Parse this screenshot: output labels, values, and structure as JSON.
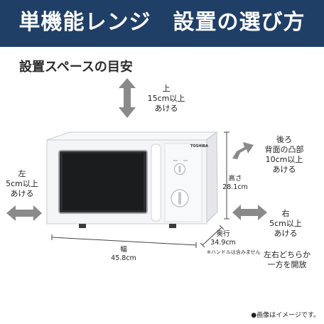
{
  "banner": {
    "title": "単機能レンジ　設置の選び方"
  },
  "subtitle": "設置スペースの目安",
  "top_clearance": {
    "line1": "上",
    "line2": "15cm以上",
    "line3": "あける"
  },
  "back_clearance": {
    "line1": "後ろ",
    "line2": "背面の凸部",
    "line3": "10cm以上",
    "line4": "あける"
  },
  "left_clearance": {
    "line1": "左",
    "line2": "5cm以上",
    "line3": "あける"
  },
  "right_clearance": {
    "line1": "右",
    "line2": "5cm以上",
    "line3": "あける"
  },
  "height_dim": {
    "label": "高さ",
    "value": "28.1cm"
  },
  "depth_dim": {
    "label": "奥行",
    "value": "34.9cm",
    "note": "※ハンドルは含みません"
  },
  "width_dim": {
    "label": "幅",
    "value": "45.8cm"
  },
  "side_note": {
    "line1": "左右どちらか",
    "line2": "一方を開放"
  },
  "footnote": "●画像はイメージです。",
  "appliance": {
    "brand_text": "TOSHIBA"
  },
  "colors": {
    "banner": "#1f3f66",
    "arrow": "#8a8a8a",
    "dim_line": "#444444",
    "body": "#f4f5f6"
  }
}
